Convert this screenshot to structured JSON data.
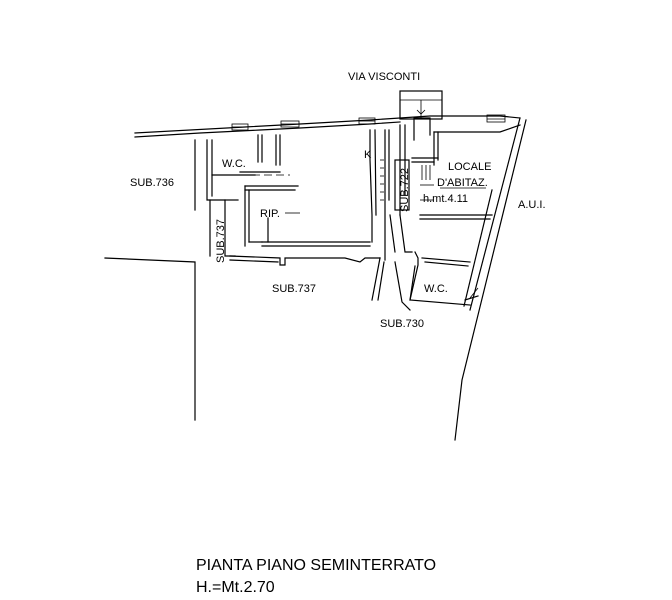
{
  "street": "VIA VISCONTI",
  "labels": {
    "sub736": "SUB.736",
    "sub737_vertical": "SUB.737",
    "sub737": "SUB.737",
    "sub722": "SUB.722",
    "sub730": "SUB.730",
    "wc_left": "W.C.",
    "rip": "RIP.",
    "k": "K",
    "locale_1": "LOCALE",
    "locale_2": "D'ABITAZ.",
    "height_room": "h.mt.4.11",
    "aui": "A.U.I.",
    "wc_right": "W.C."
  },
  "title": {
    "line1": "PIANTA PIANO SEMINTERRATO",
    "line2": "H.=Mt.2.70"
  }
}
